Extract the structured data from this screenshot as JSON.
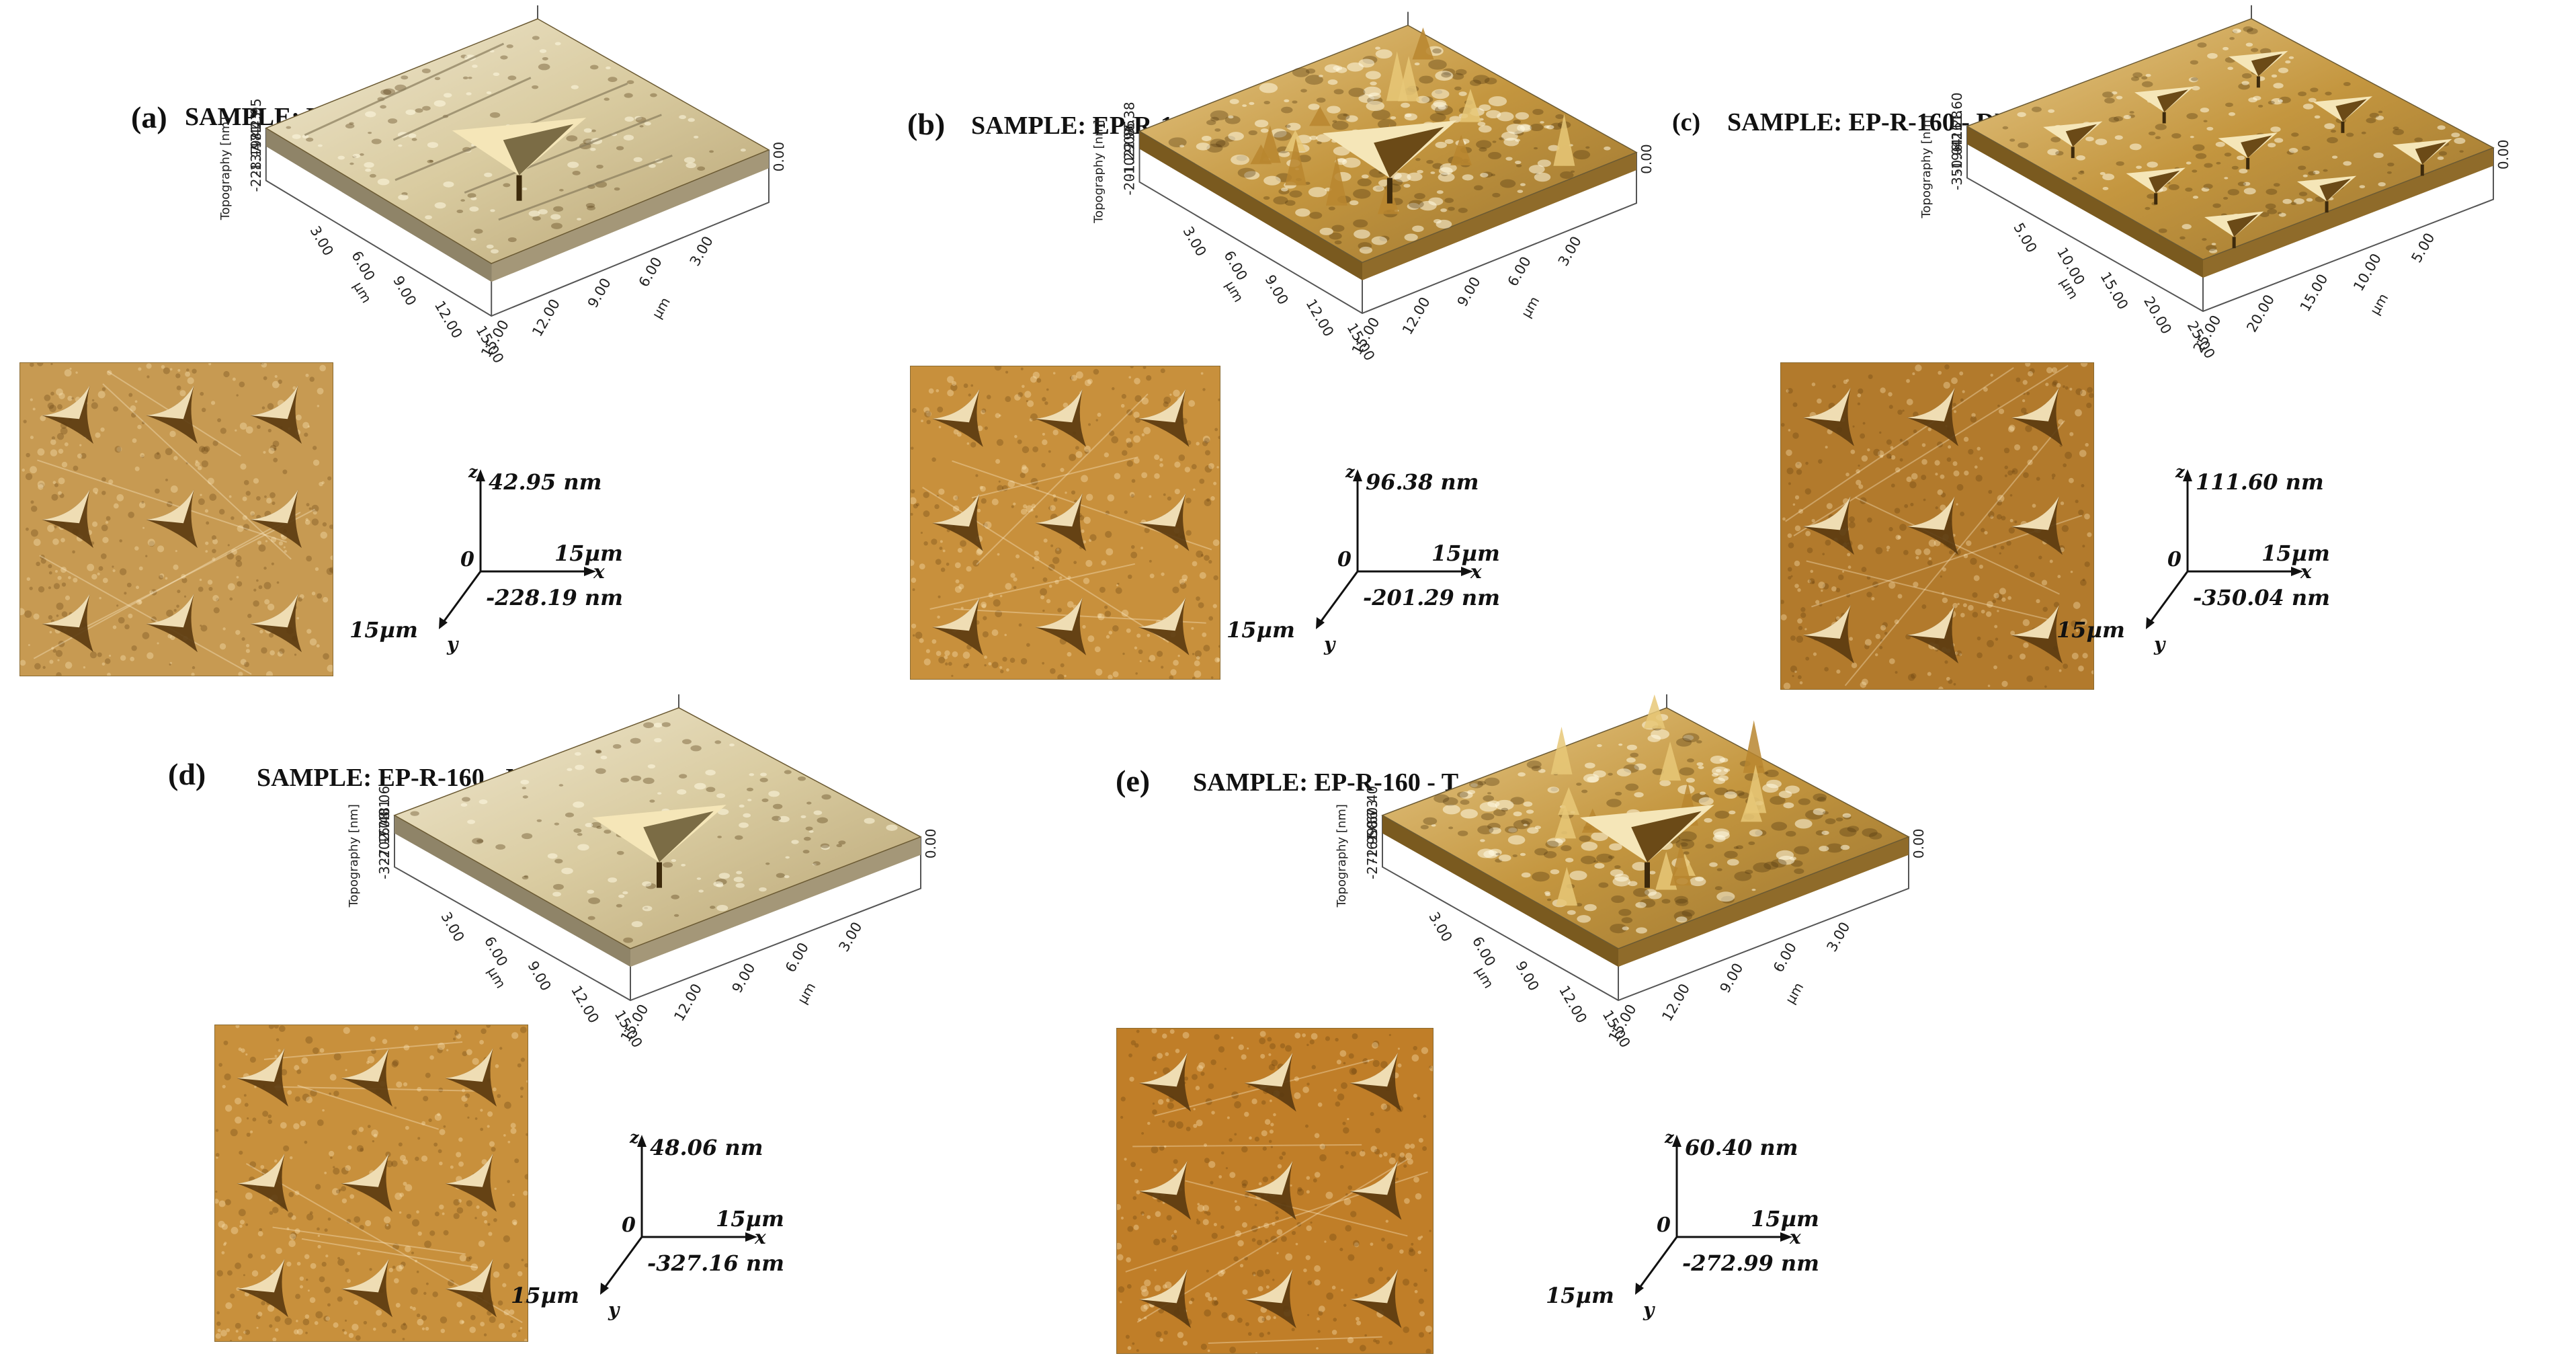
{
  "panels": [
    {
      "id": "a",
      "letter": "(a)",
      "title": "SAMPLE: EP",
      "z_max": "42.95 nm",
      "z_min": "-228.19 nm",
      "x_len": "15µm",
      "y_len": "15µm",
      "z_ticks": [
        "42.95",
        "-47.43",
        "-137.81",
        "-228.19"
      ],
      "x_ticks": [
        "3.00",
        "6.00",
        "9.00",
        "12.00",
        "15.00"
      ],
      "y_ticks": [
        "3.00",
        "6.00",
        "9.00",
        "12.00",
        "15.00"
      ],
      "unit": "µm",
      "z_axis_label": "Topography [nm]",
      "base": "0.00",
      "origin": "0",
      "ax_x": "x",
      "ax_y": "y",
      "ax_z": "z"
    },
    {
      "id": "b",
      "letter": "(b)",
      "title": "SAMPLE: EP-R-160",
      "z_max": "96.38 nm",
      "z_min": "-201.29 nm",
      "x_len": "15µm",
      "y_len": "15µm",
      "z_ticks": [
        "96.38",
        "-2.85",
        "-102.07",
        "-201.29"
      ],
      "x_ticks": [
        "3.00",
        "6.00",
        "9.00",
        "12.00",
        "15.00"
      ],
      "y_ticks": [
        "3.00",
        "6.00",
        "9.00",
        "12.00",
        "15.00"
      ],
      "unit": "µm",
      "z_axis_label": "Topography [nm]",
      "base": "0.00",
      "origin": "0",
      "ax_x": "x",
      "ax_y": "y",
      "ax_z": "z"
    },
    {
      "id": "c",
      "letter": "(c)",
      "title": "SAMPLE: EP-R-160 - DBA",
      "z_max": "111.60 nm",
      "z_min": "-350.04 nm",
      "x_len": "15µm",
      "y_len": "15µm",
      "z_ticks": [
        "111.60",
        "-42.28",
        "-196.16",
        "-350.04"
      ],
      "x_ticks": [
        "5.00",
        "10.00",
        "15.00",
        "20.00",
        "25.00"
      ],
      "y_ticks": [
        "5.00",
        "10.00",
        "15.00",
        "20.00",
        "25.00"
      ],
      "unit": "µm",
      "z_axis_label": "Topography [nm]",
      "base": "0.00",
      "origin": "0",
      "ax_x": "x",
      "ax_y": "y",
      "ax_z": "z"
    },
    {
      "id": "d",
      "letter": "(d)",
      "title": "SAMPLE: EP-R-160 - M",
      "z_max": "48.06 nm",
      "z_min": "-327.16 nm",
      "x_len": "15µm",
      "y_len": "15µm",
      "z_ticks": [
        "48.06",
        "-77.01",
        "-202.08",
        "-327.16"
      ],
      "x_ticks": [
        "3.00",
        "6.00",
        "9.00",
        "12.00",
        "15.00"
      ],
      "y_ticks": [
        "3.00",
        "6.00",
        "9.00",
        "12.00",
        "15.00"
      ],
      "unit": "µm",
      "z_axis_label": "Topography [nm]",
      "base": "0.00",
      "origin": "0",
      "ax_x": "x",
      "ax_y": "y",
      "ax_z": "z"
    },
    {
      "id": "e",
      "letter": "(e)",
      "title": "SAMPLE: EP-R-160 - T",
      "z_max": "60.40 nm",
      "z_min": "-272.99 nm",
      "x_len": "15µm",
      "y_len": "15µm",
      "z_ticks": [
        "60.40",
        "-50.73",
        "-161.86",
        "-272.99"
      ],
      "x_ticks": [
        "3.00",
        "6.00",
        "9.00",
        "12.00",
        "15.00"
      ],
      "y_ticks": [
        "3.00",
        "6.00",
        "9.00",
        "12.00",
        "15.00"
      ],
      "unit": "µm",
      "z_axis_label": "Topography [nm]",
      "base": "0.00",
      "origin": "0",
      "ax_x": "x",
      "ax_y": "y",
      "ax_z": "z"
    }
  ],
  "colors": {
    "afm_light": "#e6c98a",
    "afm_mid": "#c4963f",
    "afm_dark": "#6b4a17",
    "afm_shadow": "#3d2a0c",
    "background": "#ffffff"
  }
}
